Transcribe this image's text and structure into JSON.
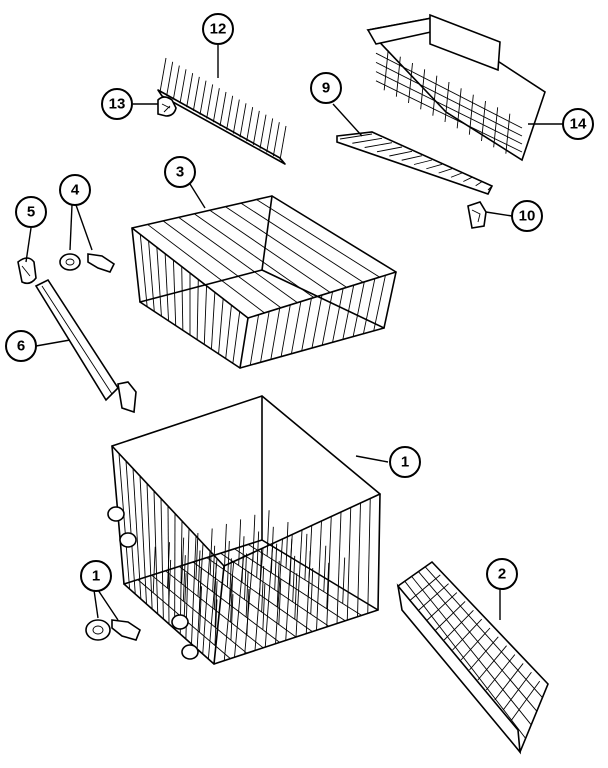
{
  "diagram": {
    "callouts": [
      {
        "key": "part_12",
        "label": "12"
      },
      {
        "key": "part_13",
        "label": "13"
      },
      {
        "key": "part_9",
        "label": "9"
      },
      {
        "key": "part_14",
        "label": "14"
      },
      {
        "key": "part_10",
        "label": "10"
      },
      {
        "key": "part_4",
        "label": "4"
      },
      {
        "key": "part_5",
        "label": "5"
      },
      {
        "key": "part_3",
        "label": "3"
      },
      {
        "key": "part_6",
        "label": "6"
      },
      {
        "key": "part_1_rack",
        "label": "1"
      },
      {
        "key": "part_1_wheel",
        "label": "1"
      },
      {
        "key": "part_2",
        "label": "2"
      }
    ]
  }
}
